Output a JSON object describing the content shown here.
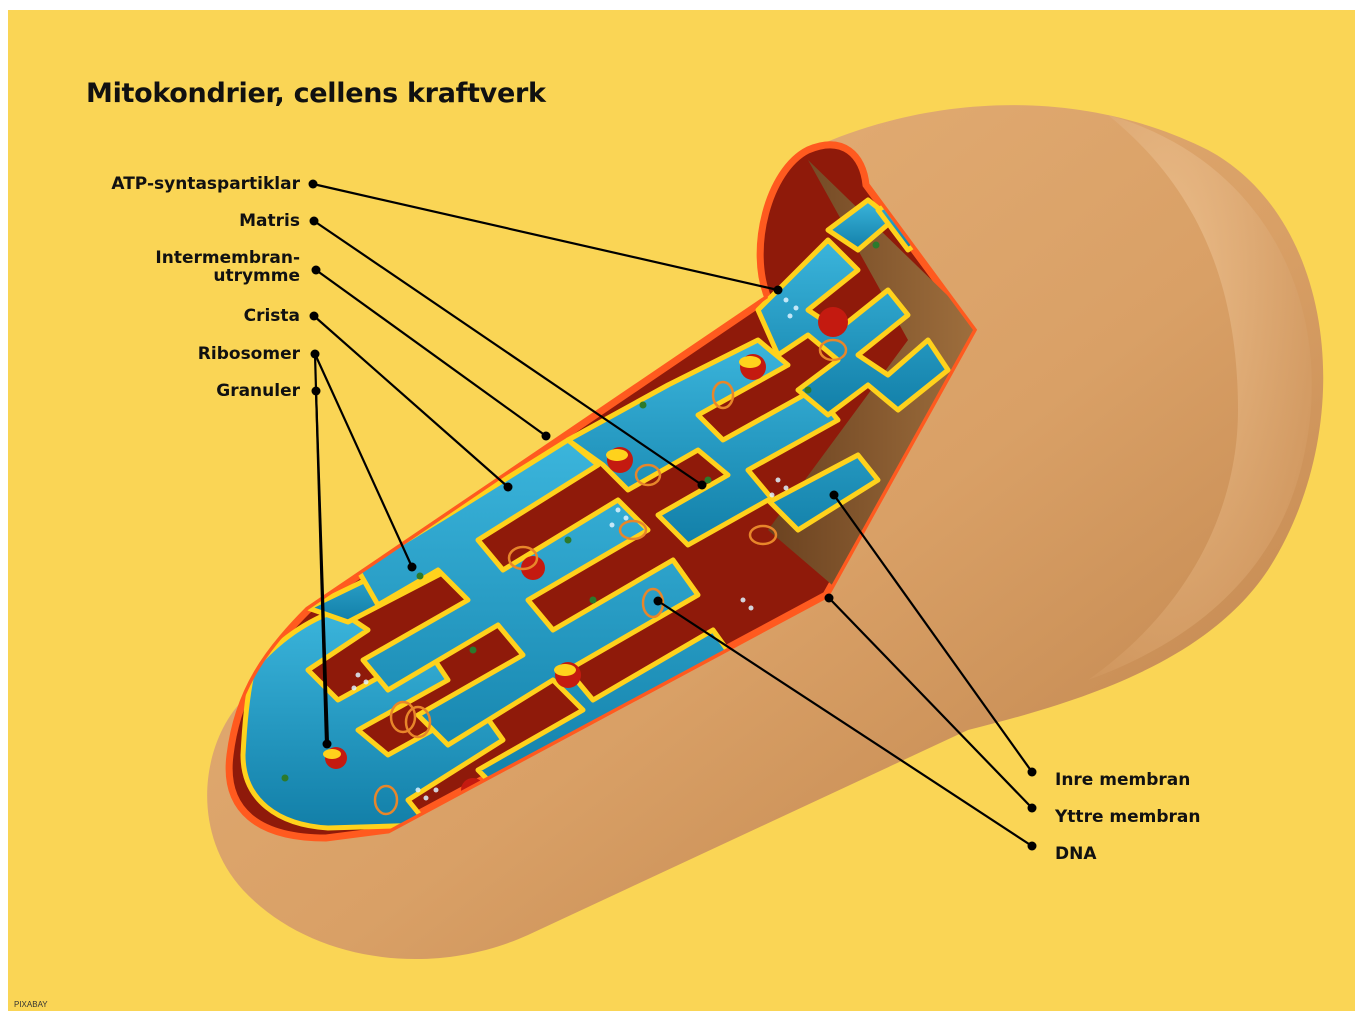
{
  "title": "Mitokondrier, cellens kraftverk",
  "labels_left": {
    "atp": "ATP-syntaspartiklar",
    "matris": "Matris",
    "intermembran_line1": "Intermembran-",
    "intermembran_line2": "utrymme",
    "crista": "Crista",
    "ribosomer": "Ribosomer",
    "granuler": "Granuler"
  },
  "labels_right": {
    "inre": "Inre membran",
    "yttre": "Yttre membran",
    "dna": "DNA"
  },
  "credit": "PIXABAY",
  "colors": {
    "background": "#fad555",
    "outer_shell": "#d9a066",
    "outer_membrane_rim": "#ff5a1f",
    "intermembrane_space": "#9a1208",
    "matrix": "#1a9ac4",
    "inner_membrane": "#ffd21c",
    "leader_line": "#000000"
  }
}
